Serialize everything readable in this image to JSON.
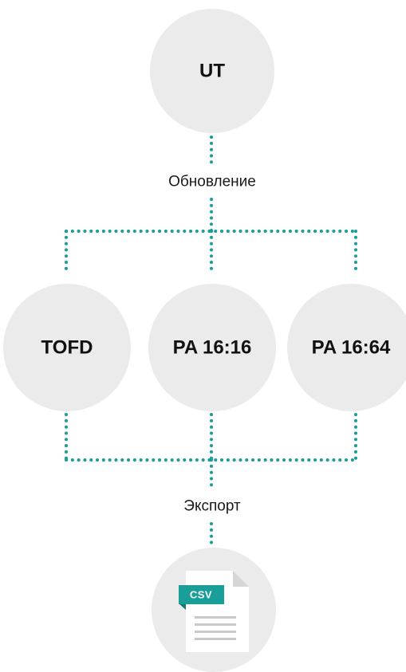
{
  "nodes": {
    "ut": "UT",
    "tofd": "TOFD",
    "pa1616": "PA 16:16",
    "pa1664": "PA 16:64"
  },
  "edges": {
    "update_label": "Обновление",
    "export_label": "Экспорт"
  },
  "output_file": {
    "badge": "CSV",
    "icon": "csv-file-icon"
  },
  "colors": {
    "connector": "#1a9e9a",
    "node_fill": "#ebebeb",
    "badge": "#1a9e9a"
  }
}
